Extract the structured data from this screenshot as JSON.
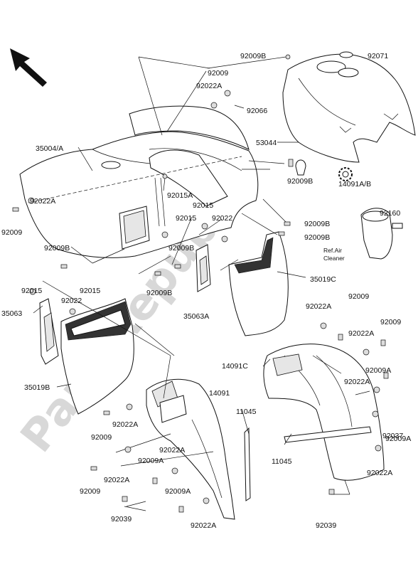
{
  "watermark": "PartsRepublik",
  "colors": {
    "ink": "#111111",
    "watermark": "#d8d8d8",
    "background": "#ffffff"
  },
  "icons": [
    "direction-arrow-icon",
    "gear-icon"
  ],
  "ref_note": {
    "line1": "Ref.Air",
    "line2": "Cleaner"
  },
  "labels": [
    {
      "id": "92009B-top",
      "text": "92009B"
    },
    {
      "id": "92071",
      "text": "92071"
    },
    {
      "id": "92009-top",
      "text": "92009"
    },
    {
      "id": "92022A-top",
      "text": "92022A"
    },
    {
      "id": "92066",
      "text": "92066"
    },
    {
      "id": "35004A",
      "text": "35004/A"
    },
    {
      "id": "53044",
      "text": "53044"
    },
    {
      "id": "92009B-mid",
      "text": "92009B"
    },
    {
      "id": "14091AB",
      "text": "14091A/B"
    },
    {
      "id": "92015A",
      "text": "92015A"
    },
    {
      "id": "92015-a",
      "text": "92015"
    },
    {
      "id": "92015-b",
      "text": "92015"
    },
    {
      "id": "92022-a",
      "text": "92022"
    },
    {
      "id": "92160",
      "text": "92160"
    },
    {
      "id": "92009B-r1",
      "text": "92009B"
    },
    {
      "id": "92009B-r2",
      "text": "92009B"
    },
    {
      "id": "92022A-left",
      "text": "92022A"
    },
    {
      "id": "92009-left",
      "text": "92009"
    },
    {
      "id": "92009B-left",
      "text": "92009B"
    },
    {
      "id": "92009B-c1",
      "text": "92009B"
    },
    {
      "id": "92009B-c2",
      "text": "92009B"
    },
    {
      "id": "35019C",
      "text": "35019C"
    },
    {
      "id": "92015-c",
      "text": "92015"
    },
    {
      "id": "92015-d",
      "text": "92015"
    },
    {
      "id": "92022-b",
      "text": "92022"
    },
    {
      "id": "35063",
      "text": "35063"
    },
    {
      "id": "35063A",
      "text": "35063A"
    },
    {
      "id": "92009-r",
      "text": "92009"
    },
    {
      "id": "92022A-r1",
      "text": "92022A"
    },
    {
      "id": "92009-r2",
      "text": "92009"
    },
    {
      "id": "92022A-r2",
      "text": "92022A"
    },
    {
      "id": "14091C",
      "text": "14091C"
    },
    {
      "id": "92009A-r",
      "text": "92009A"
    },
    {
      "id": "35019B",
      "text": "35019B"
    },
    {
      "id": "14091",
      "text": "14091"
    },
    {
      "id": "92022A-r3",
      "text": "92022A"
    },
    {
      "id": "11045-a",
      "text": "11045"
    },
    {
      "id": "92022A-c",
      "text": "92022A"
    },
    {
      "id": "92009-c",
      "text": "92009"
    },
    {
      "id": "92037",
      "text": "92037"
    },
    {
      "id": "92009A-r2",
      "text": "92009A"
    },
    {
      "id": "11045-b",
      "text": "11045"
    },
    {
      "id": "92022A-c2",
      "text": "92022A"
    },
    {
      "id": "92009A-c",
      "text": "92009A"
    },
    {
      "id": "92022A-l2",
      "text": "92022A"
    },
    {
      "id": "92022A-r4",
      "text": "92022A"
    },
    {
      "id": "92009-l2",
      "text": "92009"
    },
    {
      "id": "92009A-c2",
      "text": "92009A"
    },
    {
      "id": "92039-l",
      "text": "92039"
    },
    {
      "id": "92022A-c3",
      "text": "92022A"
    },
    {
      "id": "92039-r",
      "text": "92039"
    }
  ]
}
